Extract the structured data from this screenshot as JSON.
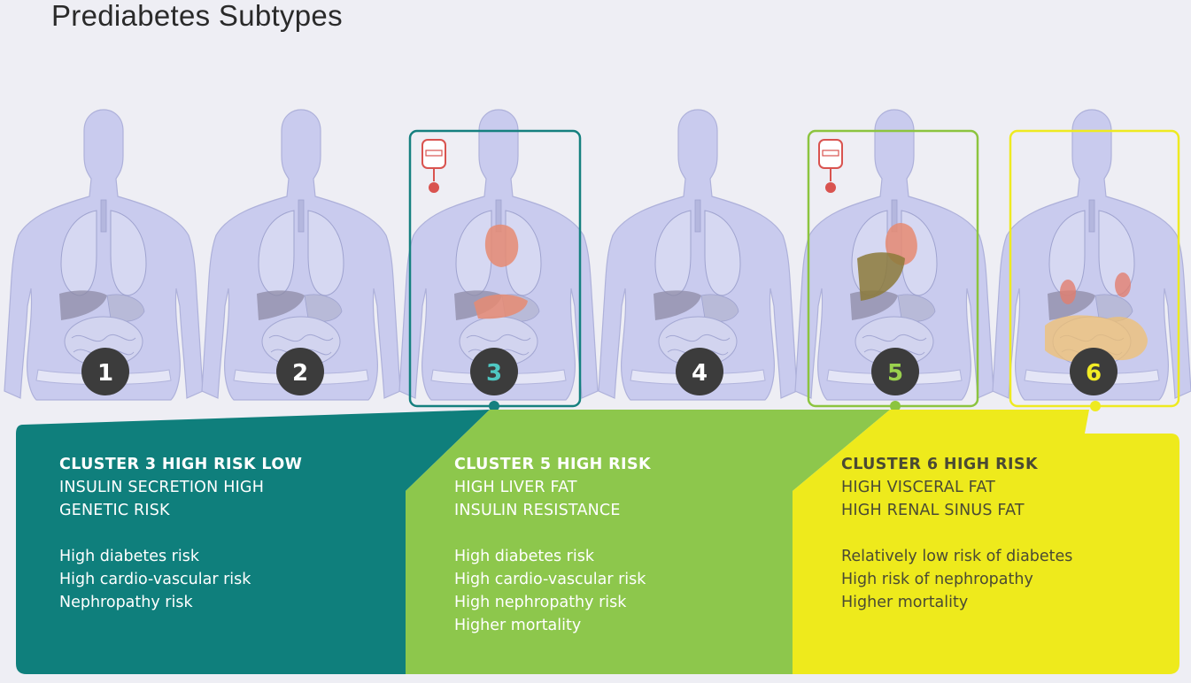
{
  "title": "Prediabetes Subtypes",
  "figures": [
    {
      "number": "1",
      "highlighted": false
    },
    {
      "number": "2",
      "highlighted": false
    },
    {
      "number": "3",
      "highlighted": true,
      "frame_color": "#15807f",
      "number_color": "#4fc7c2",
      "blood_bag": true
    },
    {
      "number": "4",
      "highlighted": false
    },
    {
      "number": "5",
      "highlighted": true,
      "frame_color": "#8cc43f",
      "number_color": "#9ad14e",
      "blood_bag": true
    },
    {
      "number": "6",
      "highlighted": true,
      "frame_color": "#eeea20",
      "number_color": "#f2ec25",
      "blood_bag": false
    }
  ],
  "clusters": [
    {
      "heading": "CLUSTER 3 HIGH RISK LOW",
      "subtitle": [
        "INSULIN SECRETION HIGH",
        "GENETIC RISK"
      ],
      "risks": [
        "High diabetes risk",
        "High cardio-vascular risk",
        "Nephropathy risk"
      ],
      "color": "#0f7f7c"
    },
    {
      "heading": "CLUSTER 5 HIGH RISK",
      "subtitle": [
        "HIGH LIVER FAT",
        "INSULIN RESISTANCE"
      ],
      "risks": [
        "High diabetes risk",
        "High cardio-vascular risk",
        "High nephropathy risk",
        "Higher mortality"
      ],
      "color": "#8dc74c"
    },
    {
      "heading": "CLUSTER 6 HIGH RISK",
      "subtitle": [
        "HIGH VISCERAL FAT",
        "HIGH RENAL SINUS FAT"
      ],
      "risks": [
        "Relatively low risk of diabetes",
        "High risk of nephropathy",
        "Higher mortality"
      ],
      "color": "#eeea1c"
    }
  ],
  "icons": {
    "blood_bag": "blood-bag-icon",
    "organ": "organ-illustration"
  }
}
